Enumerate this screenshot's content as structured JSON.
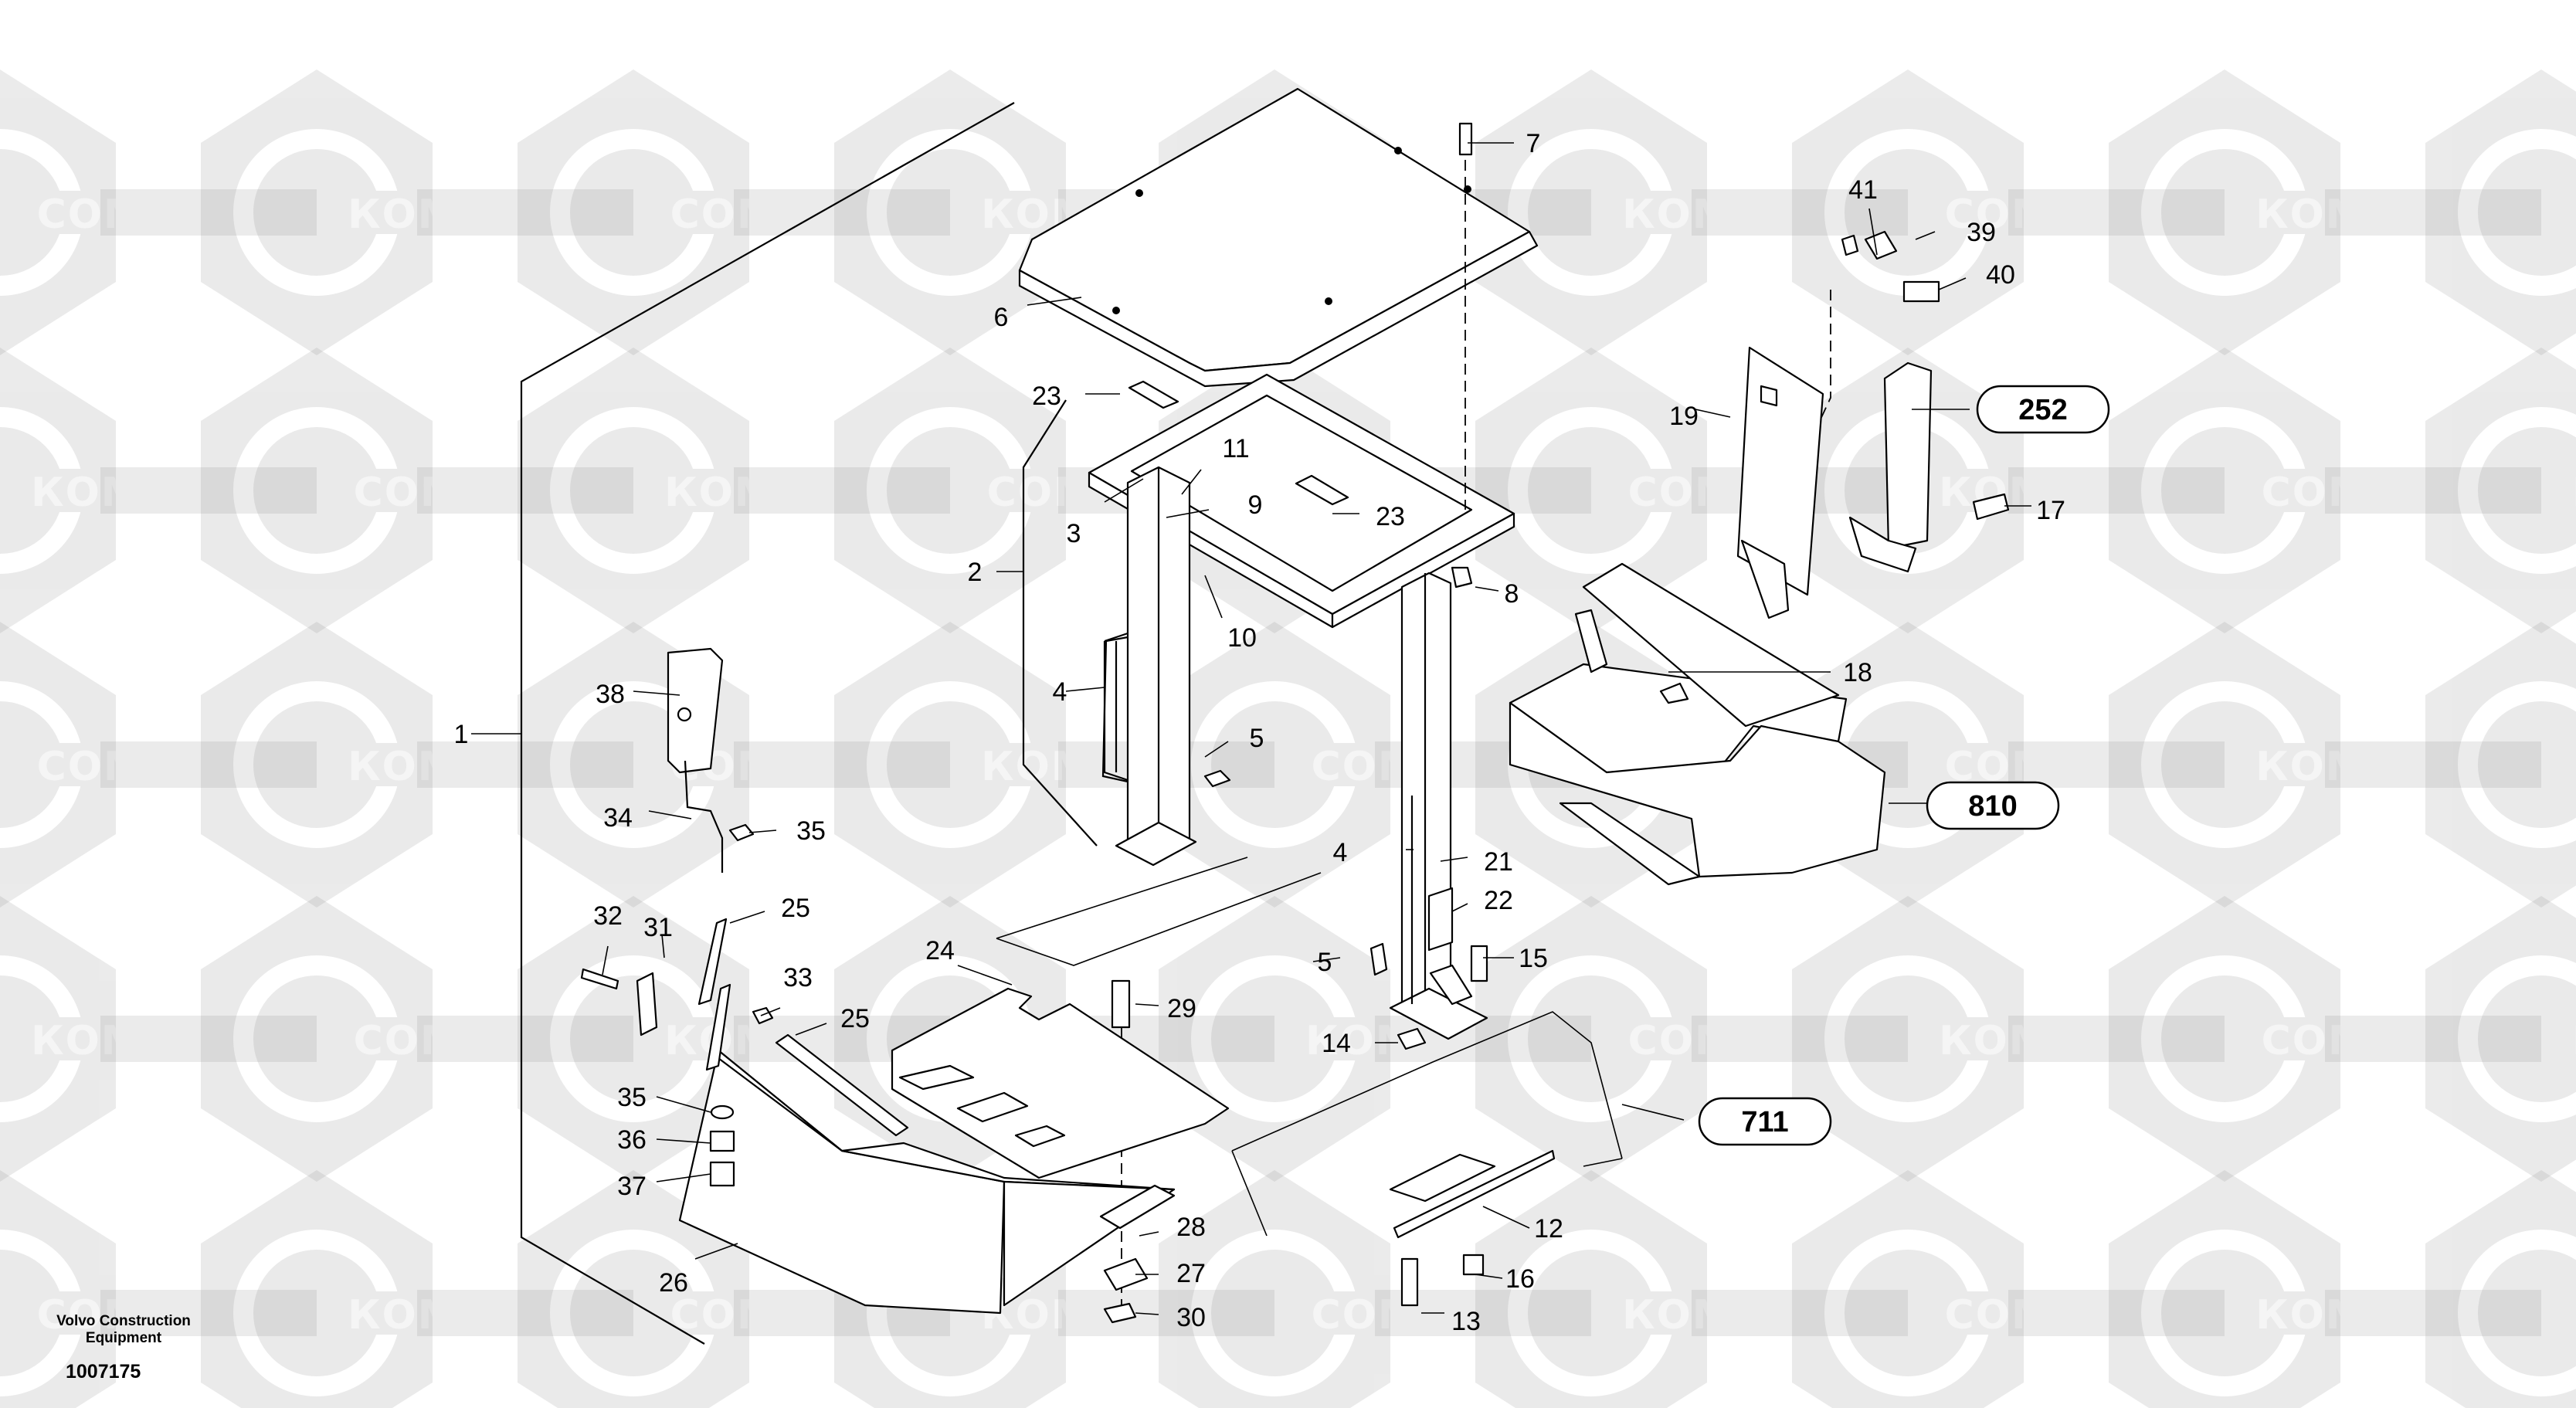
{
  "watermark": {
    "latin": "COMPART",
    "cyrillic": "КОМПАРТ"
  },
  "footer": {
    "publisher_line1": "Volvo Construction",
    "publisher_line2": "Equipment",
    "figure_number": "1007175"
  },
  "callouts": [
    {
      "id": "c1",
      "text": "1"
    },
    {
      "id": "c2",
      "text": "2"
    },
    {
      "id": "c3",
      "text": "3"
    },
    {
      "id": "c4a",
      "text": "4"
    },
    {
      "id": "c4b",
      "text": "4"
    },
    {
      "id": "c5a",
      "text": "5"
    },
    {
      "id": "c5b",
      "text": "5"
    },
    {
      "id": "c6",
      "text": "6"
    },
    {
      "id": "c7",
      "text": "7"
    },
    {
      "id": "c8",
      "text": "8"
    },
    {
      "id": "c9",
      "text": "9"
    },
    {
      "id": "c10",
      "text": "10"
    },
    {
      "id": "c11",
      "text": "11"
    },
    {
      "id": "c12",
      "text": "12"
    },
    {
      "id": "c13",
      "text": "13"
    },
    {
      "id": "c14",
      "text": "14"
    },
    {
      "id": "c15",
      "text": "15"
    },
    {
      "id": "c16",
      "text": "16"
    },
    {
      "id": "c17",
      "text": "17"
    },
    {
      "id": "c18",
      "text": "18"
    },
    {
      "id": "c19",
      "text": "19"
    },
    {
      "id": "c21",
      "text": "21"
    },
    {
      "id": "c22",
      "text": "22"
    },
    {
      "id": "c23a",
      "text": "23"
    },
    {
      "id": "c23b",
      "text": "23"
    },
    {
      "id": "c24",
      "text": "24"
    },
    {
      "id": "c25a",
      "text": "25"
    },
    {
      "id": "c25b",
      "text": "25"
    },
    {
      "id": "c26",
      "text": "26"
    },
    {
      "id": "c27",
      "text": "27"
    },
    {
      "id": "c28",
      "text": "28"
    },
    {
      "id": "c29",
      "text": "29"
    },
    {
      "id": "c30",
      "text": "30"
    },
    {
      "id": "c31",
      "text": "31"
    },
    {
      "id": "c32",
      "text": "32"
    },
    {
      "id": "c33",
      "text": "33"
    },
    {
      "id": "c34",
      "text": "34"
    },
    {
      "id": "c35a",
      "text": "35"
    },
    {
      "id": "c35b",
      "text": "35"
    },
    {
      "id": "c36",
      "text": "36"
    },
    {
      "id": "c37",
      "text": "37"
    },
    {
      "id": "c38",
      "text": "38"
    },
    {
      "id": "c39",
      "text": "39"
    },
    {
      "id": "c40",
      "text": "40"
    },
    {
      "id": "c41",
      "text": "41"
    }
  ],
  "references": [
    {
      "id": "r252",
      "text": "252"
    },
    {
      "id": "r810",
      "text": "810"
    },
    {
      "id": "r711",
      "text": "711"
    }
  ]
}
